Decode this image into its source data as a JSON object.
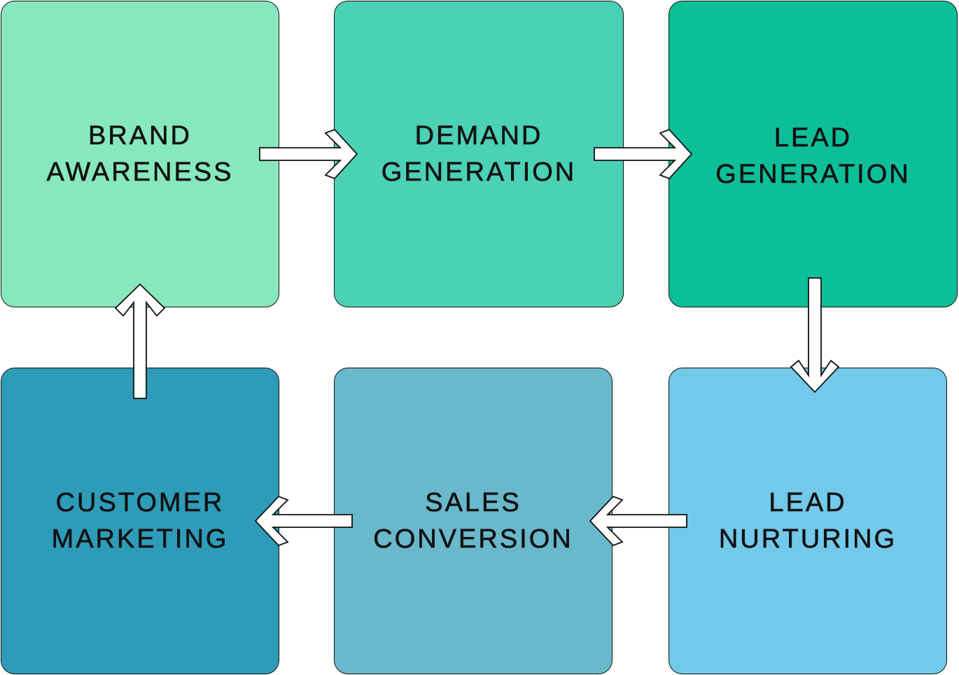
{
  "stages": [
    {
      "id": "brand-awareness",
      "line1": "BRAND",
      "line2": "AWARENESS",
      "color": "#88E8BD"
    },
    {
      "id": "demand-generation",
      "line1": "DEMAND",
      "line2": "GENERATION",
      "color": "#4BD1B5"
    },
    {
      "id": "lead-generation",
      "line1": "LEAD",
      "line2": "GENERATION",
      "color": "#0DBF98"
    },
    {
      "id": "lead-nurturing",
      "line1": "LEAD",
      "line2": "NURTURING",
      "color": "#72C9EA"
    },
    {
      "id": "sales-conversion",
      "line1": "SALES",
      "line2": "CONVERSION",
      "color": "#69B8CB"
    },
    {
      "id": "customer-marketing",
      "line1": "CUSTOMER",
      "line2": "MARKETING",
      "color": "#2E9CB9"
    }
  ],
  "flow": [
    {
      "from": "brand-awareness",
      "to": "demand-generation",
      "direction": "right"
    },
    {
      "from": "demand-generation",
      "to": "lead-generation",
      "direction": "right"
    },
    {
      "from": "lead-generation",
      "to": "lead-nurturing",
      "direction": "down"
    },
    {
      "from": "lead-nurturing",
      "to": "sales-conversion",
      "direction": "left"
    },
    {
      "from": "sales-conversion",
      "to": "customer-marketing",
      "direction": "left"
    },
    {
      "from": "customer-marketing",
      "to": "brand-awareness",
      "direction": "up"
    }
  ],
  "style": {
    "border_color": "#111111",
    "arrow_fill": "#FFFFFF",
    "background": "#FFFFFF"
  }
}
